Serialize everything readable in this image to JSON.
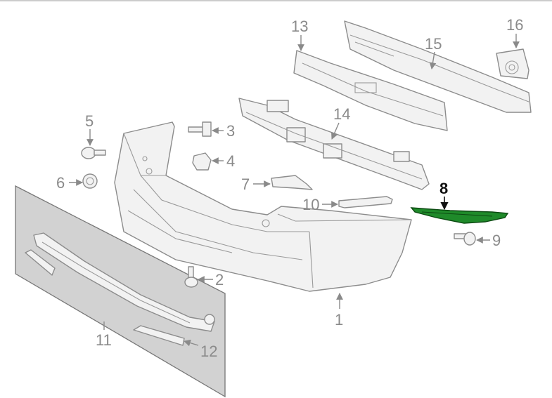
{
  "colors": {
    "background": "#ffffff",
    "part_fill": "#f2f2f2",
    "part_stroke": "#8c8c8c",
    "label": "#8a8a8a",
    "highlight_fill": "#1f8a2a",
    "highlight_label": "#111111",
    "panel": "#d2d2d2"
  },
  "highlighted_part": "8",
  "callouts": [
    {
      "id": "1",
      "part": "bumper-cover"
    },
    {
      "id": "2",
      "part": "bolt"
    },
    {
      "id": "3",
      "part": "bolt"
    },
    {
      "id": "4",
      "part": "clip-nut"
    },
    {
      "id": "5",
      "part": "screw"
    },
    {
      "id": "6",
      "part": "grommet"
    },
    {
      "id": "7",
      "part": "bracket"
    },
    {
      "id": "8",
      "part": "side-bracket"
    },
    {
      "id": "9",
      "part": "screw"
    },
    {
      "id": "10",
      "part": "rod"
    },
    {
      "id": "11",
      "part": "trim-panel-kit"
    },
    {
      "id": "12",
      "part": "reflector"
    },
    {
      "id": "13",
      "part": "absorber"
    },
    {
      "id": "14",
      "part": "energy-absorber"
    },
    {
      "id": "15",
      "part": "reinforcement-beam"
    },
    {
      "id": "16",
      "part": "mount-bracket"
    }
  ]
}
